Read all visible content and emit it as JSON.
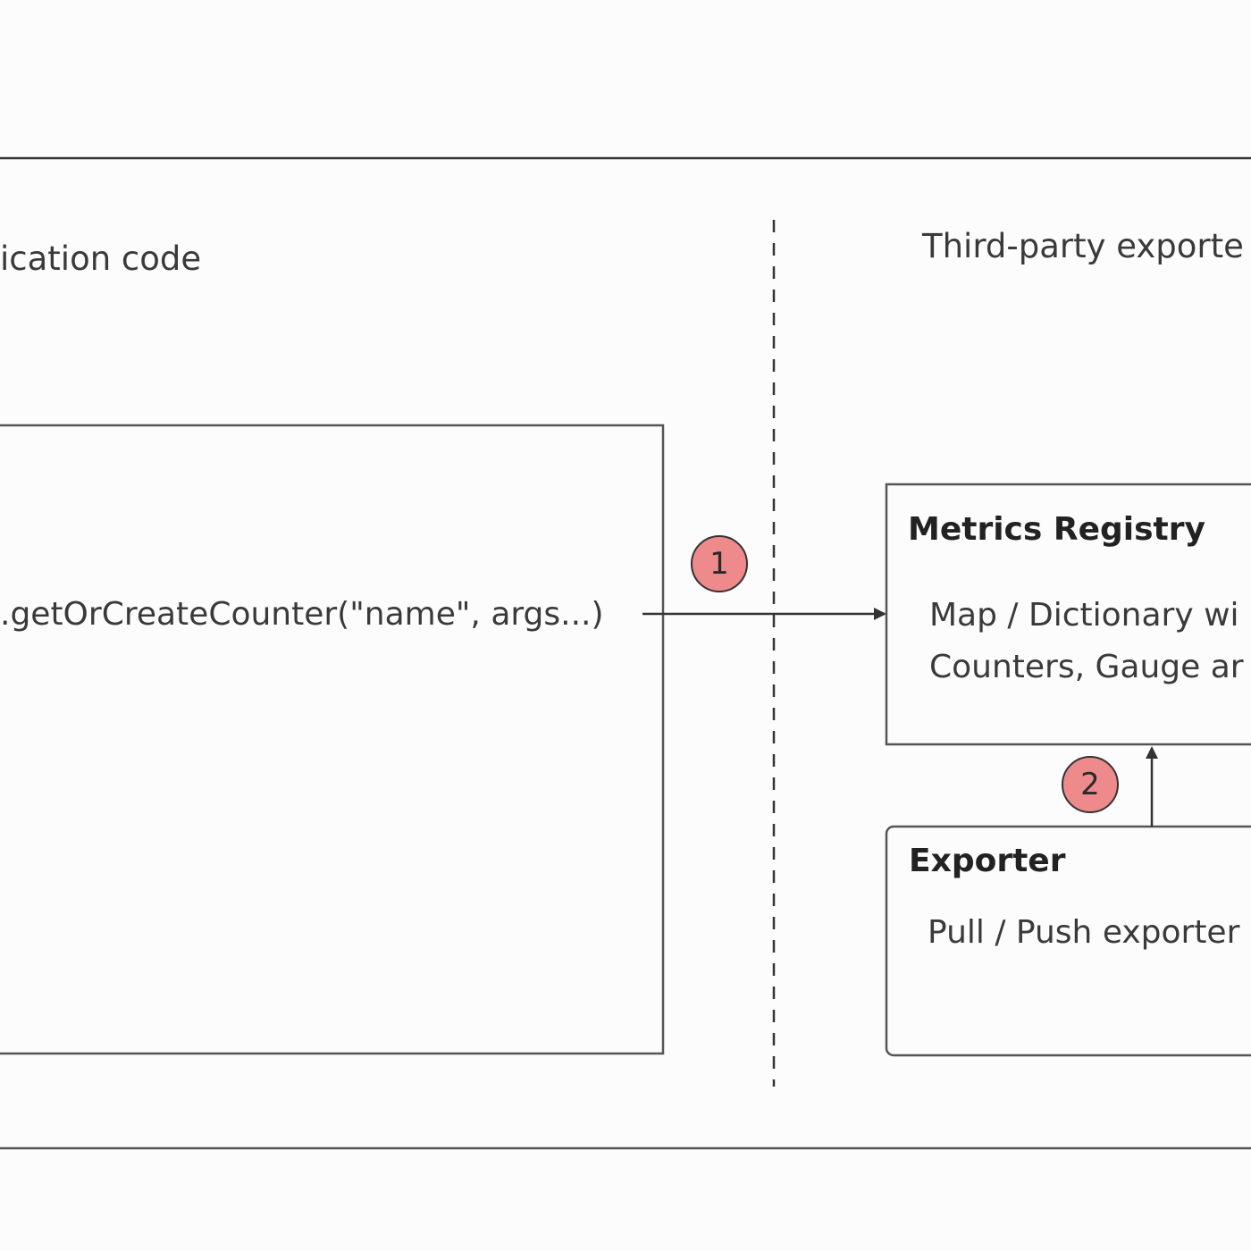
{
  "sections": {
    "left_label": "ication code",
    "right_label": "Third-party exporte"
  },
  "app_box": {
    "call_text": ".getOrCreateCounter(\"name\", args...)"
  },
  "registry_box": {
    "title": "Metrics Registry",
    "body_line1": "Map / Dictionary wi",
    "body_line2": "Counters, Gauge ar"
  },
  "exporter_box": {
    "title": "Exporter",
    "body": "Pull / Push exporter"
  },
  "steps": {
    "step1": "1",
    "step2": "2"
  },
  "colors": {
    "background": "#fcfcfc",
    "badge_fill": "#ee8a8c",
    "stroke": "#333333"
  }
}
